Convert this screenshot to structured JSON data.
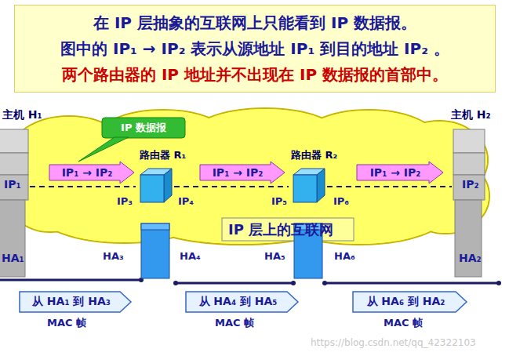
{
  "diagram": {
    "nodes": [
      {
        "text": [
          "在 IP 层抽象的互联网上只能看到 IP 数据报。",
          "图中的 IP₁ → IP₂ 表示从源地址 IP₁ 到目的地址 IP₂ 。",
          "两个路由器的 IP 地址并不出现在 IP 数据报的首部中。"
        ]
      },
      {
        "text": [
          "IP 层上的互联网"
        ]
      },
      {
        "text": [
          "主机 H₁",
          "IP₁",
          "HA₁"
        ]
      },
      {
        "text": [
          "IP 数据报"
        ]
      },
      {
        "text": [
          "IP₁ → IP₂"
        ],
        "in": 1
      },
      {
        "text": [
          "路由器 R₁",
          "IP₃",
          "IP₄",
          "HA₃",
          "HA₄"
        ]
      },
      {
        "text": [
          "IP₁ → IP₂"
        ],
        "in": 1
      },
      {
        "text": [
          "路由器 R₂",
          "IP₅",
          "IP₆",
          "HA₅",
          "HA₆"
        ]
      },
      {
        "text": [
          "IP₁ → IP₂"
        ],
        "in": 1
      },
      {
        "text": [
          "主机 H₂",
          "IP₂",
          "HA₂"
        ]
      },
      {
        "text": [
          "从 HA₁ 到 HA₃"
        ]
      },
      {
        "text": [
          "从 HA₄ 到 HA₅"
        ]
      },
      {
        "text": [
          "从 HA₆ 到 HA₂"
        ]
      }
    ],
    "edges": [
      {
        "from": 3,
        "to": 4,
        "arrow": "none"
      },
      {
        "from": 2,
        "to": 5,
        "arrow": "none"
      },
      {
        "from": 5,
        "to": 7,
        "arrow": "none"
      },
      {
        "from": 7,
        "to": 9,
        "arrow": "none"
      }
    ],
    "labels": [
      "MAC 帧",
      "MAC 帧",
      "MAC 帧",
      "https://blog.csdn.net/qq_42322103"
    ]
  }
}
